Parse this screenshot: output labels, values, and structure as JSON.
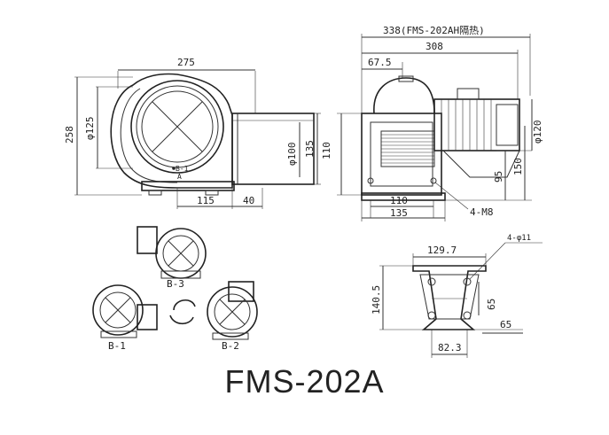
{
  "model": "FMS-202A",
  "front_view": {
    "dim_width": "275",
    "dim_height": "258",
    "dim_inlet_dia": "φ125",
    "dim_outlet_dia": "φ100",
    "dim_outlet_h": "135",
    "dim_base_a": "115",
    "dim_base_b": "40",
    "center_label": "B-1",
    "center_sub": "A"
  },
  "side_view": {
    "dim_total_heat": "338(FMS-202AH隔热)",
    "dim_total": "308",
    "dim_flange": "67.5",
    "dim_motor_dia": "φ120",
    "dim_h_left": "110",
    "dim_h_95": "95",
    "dim_h_150": "150",
    "dim_base_110": "110",
    "dim_base_135": "135",
    "bolt_note": "4-M8"
  },
  "base_view": {
    "dim_top": "129.7",
    "dim_hole": "4-φ11",
    "dim_height": "140.5",
    "dim_65a": "65",
    "dim_65b": "65",
    "dim_bottom": "82.3"
  },
  "orientations": {
    "b3": "B-3",
    "b1": "B-1",
    "b2": "B-2"
  }
}
